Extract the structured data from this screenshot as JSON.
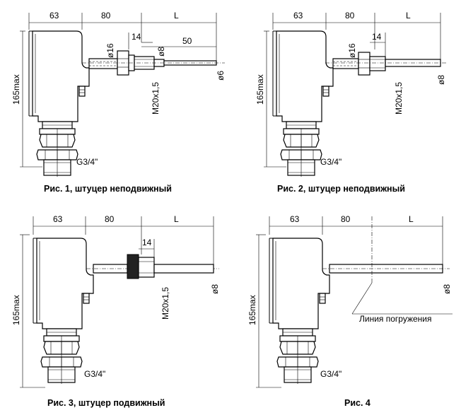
{
  "figures": [
    {
      "caption": "Рис. 1, штуцер неподвижный",
      "dims": {
        "w63": "63",
        "w80": "80",
        "L": "L",
        "d16": "ø16",
        "d8": "ø8",
        "w14": "14",
        "w50": "50",
        "d6": "ø6",
        "thread": "M20x1,5",
        "h165": "165max",
        "g34": "G3/4\""
      }
    },
    {
      "caption": "Рис. 2, штуцер неподвижный",
      "dims": {
        "w63": "63",
        "w80": "80",
        "L": "L",
        "d16": "ø16",
        "w14": "14",
        "d8": "ø8",
        "thread": "M20x1,5",
        "h165": "165max",
        "g34": "G3/4\""
      }
    },
    {
      "caption": "Рис. 3, штуцер подвижный",
      "dims": {
        "w63": "63",
        "w80": "80",
        "L": "L",
        "w14": "14",
        "d8": "ø8",
        "thread": "M20x1,5",
        "h165": "165max",
        "g34": "G3/4\""
      }
    },
    {
      "caption": "Рис. 4",
      "dims": {
        "w63": "63",
        "w80": "80",
        "L": "L",
        "d8": "ø8",
        "h165": "165max",
        "g34": "G3/4\"",
        "immersion": "Линия погружения"
      }
    }
  ]
}
